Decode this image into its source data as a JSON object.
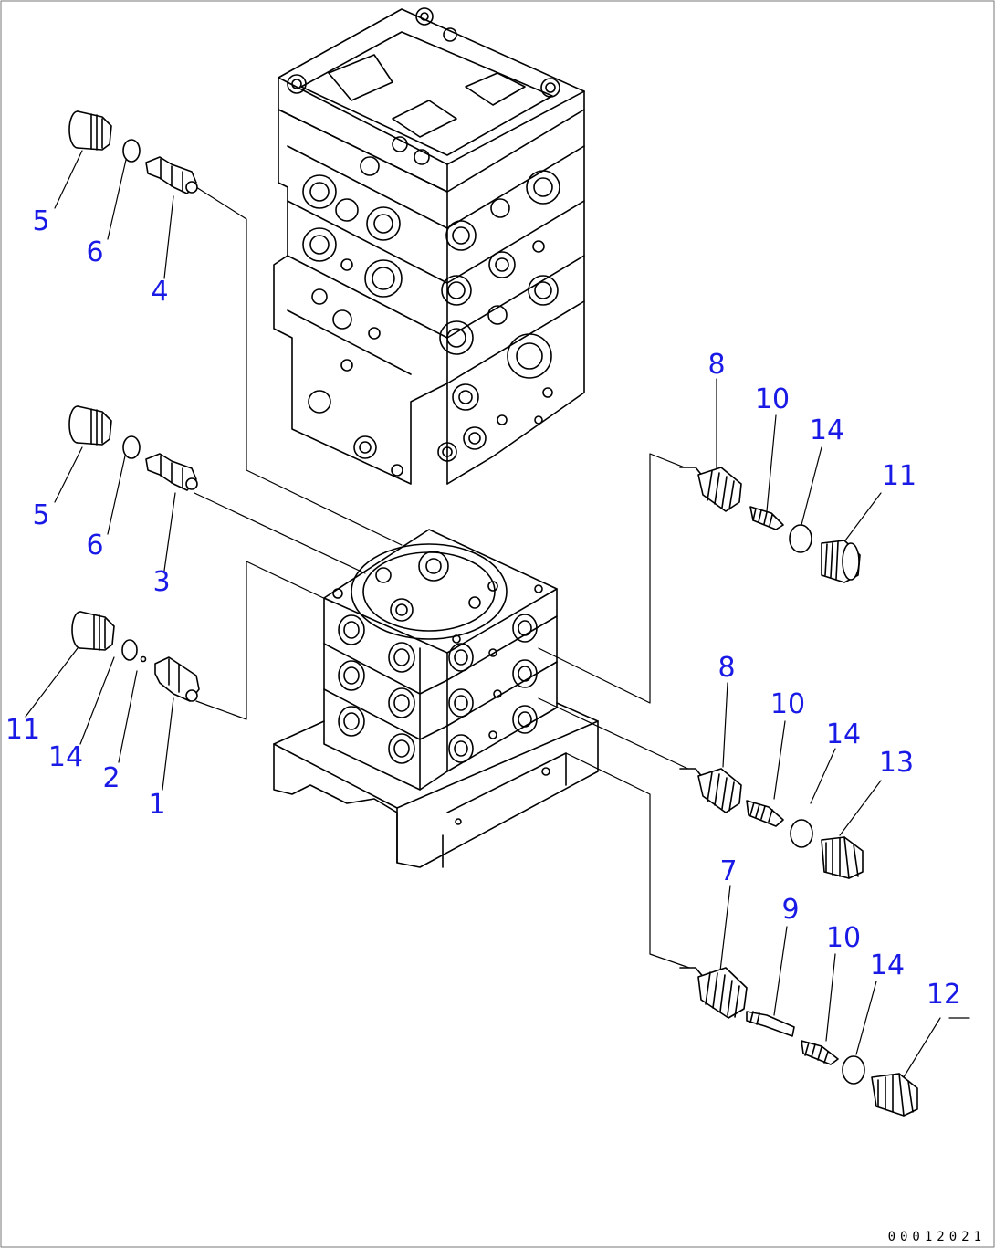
{
  "diagram": {
    "document_code": "00012021",
    "callout_color": "#1a1ae6",
    "callouts": [
      {
        "id": "c1",
        "label": "5"
      },
      {
        "id": "c2",
        "label": "6"
      },
      {
        "id": "c3",
        "label": "4"
      },
      {
        "id": "c4",
        "label": "5"
      },
      {
        "id": "c5",
        "label": "6"
      },
      {
        "id": "c6",
        "label": "3"
      },
      {
        "id": "c7",
        "label": "11"
      },
      {
        "id": "c8",
        "label": "14"
      },
      {
        "id": "c9",
        "label": "2"
      },
      {
        "id": "c10",
        "label": "1"
      },
      {
        "id": "c11",
        "label": "8"
      },
      {
        "id": "c12",
        "label": "10"
      },
      {
        "id": "c13",
        "label": "14"
      },
      {
        "id": "c14",
        "label": "11"
      },
      {
        "id": "c15",
        "label": "8"
      },
      {
        "id": "c16",
        "label": "10"
      },
      {
        "id": "c17",
        "label": "14"
      },
      {
        "id": "c18",
        "label": "13"
      },
      {
        "id": "c19",
        "label": "7"
      },
      {
        "id": "c20",
        "label": "9"
      },
      {
        "id": "c21",
        "label": "10"
      },
      {
        "id": "c22",
        "label": "14"
      },
      {
        "id": "c23",
        "label": "12"
      }
    ]
  }
}
